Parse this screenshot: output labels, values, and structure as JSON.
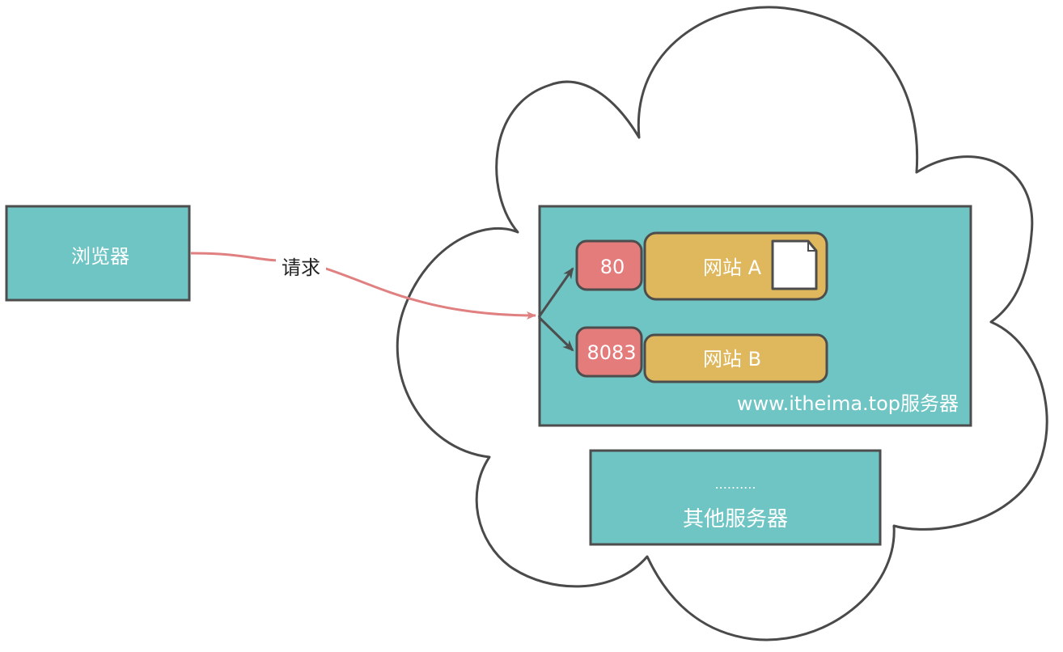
{
  "browser": {
    "label": "浏览器"
  },
  "request": {
    "label": "请求"
  },
  "server": {
    "label": "www.itheima.top服务器",
    "sites": [
      {
        "port": "80",
        "name": "网站 A",
        "has_document_icon": true
      },
      {
        "port": "8083",
        "name": "网站 B",
        "has_document_icon": false
      }
    ]
  },
  "other_servers": {
    "ellipsis": "..........",
    "label": "其他服务器"
  },
  "colors": {
    "teal": "#6fc4c4",
    "port_red": "#e47c7c",
    "site_gold": "#dfb75c",
    "request_arrow": "#e08080",
    "stroke": "#4d4d4d",
    "cloud_stroke": "#4a4a4a"
  },
  "icons": {
    "document": "document-icon",
    "cloud": "cloud-outline"
  }
}
